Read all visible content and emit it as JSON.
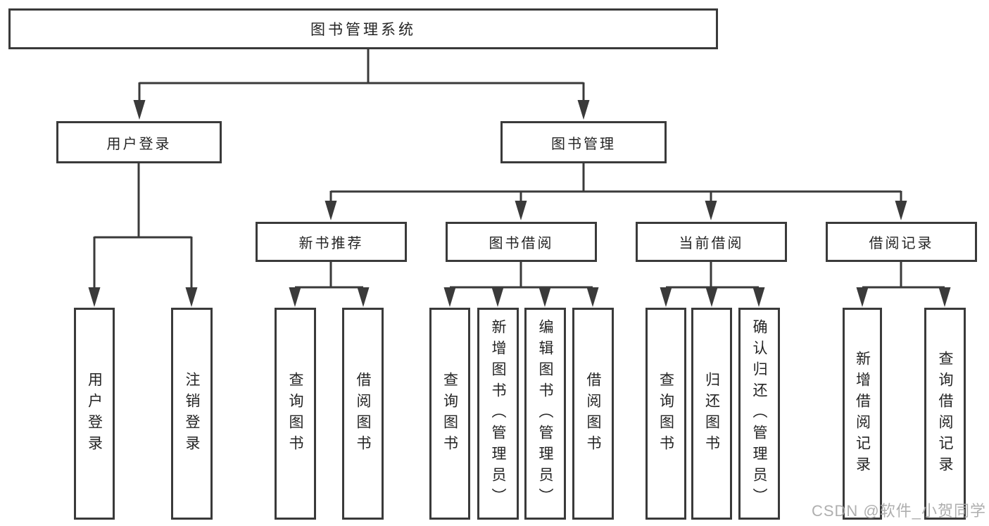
{
  "watermark": "CSDN @软件_小贺同学",
  "colors": {
    "line": "#3a3a3a",
    "box_border": "#3a3a3a",
    "text": "#242424",
    "watermark": "#a8a8a8",
    "background": "#ffffff"
  },
  "tree": {
    "root": {
      "label": "图书管理系统"
    },
    "branches": [
      {
        "label": "用户登录",
        "children": [
          {
            "label": "用户登录"
          },
          {
            "label": "注销登录"
          }
        ]
      },
      {
        "label": "图书管理",
        "children": [
          {
            "label": "新书推荐",
            "children": [
              {
                "label": "查询图书"
              },
              {
                "label": "借阅图书"
              }
            ]
          },
          {
            "label": "图书借阅",
            "children": [
              {
                "label": "查询图书"
              },
              {
                "label": "新增图书（管理员）"
              },
              {
                "label": "编辑图书（管理员）"
              },
              {
                "label": "借阅图书"
              }
            ]
          },
          {
            "label": "当前借阅",
            "children": [
              {
                "label": "查询图书"
              },
              {
                "label": "归还图书"
              },
              {
                "label": "确认归还（管理员）"
              }
            ]
          },
          {
            "label": "借阅记录",
            "children": [
              {
                "label": "新增借阅记录"
              },
              {
                "label": "查询借阅记录"
              }
            ]
          }
        ]
      }
    ]
  }
}
